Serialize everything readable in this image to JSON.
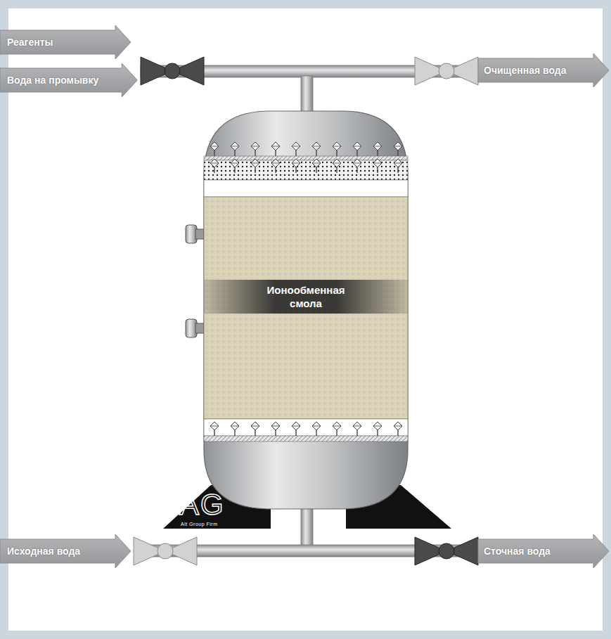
{
  "diagram": {
    "nodes": [
      {
        "text": [
          "Реагенты"
        ]
      },
      {
        "text": [
          "Вода на промывку"
        ]
      },
      {
        "text": [
          "Очищенная вода"
        ]
      },
      {
        "text": [
          "Ионообменная смола"
        ]
      },
      {
        "text": [
          "Исходная вода"
        ]
      },
      {
        "text": [
          "Сточная вода"
        ]
      }
    ],
    "labels": [
      "AG",
      "Alt Group Firm"
    ]
  }
}
